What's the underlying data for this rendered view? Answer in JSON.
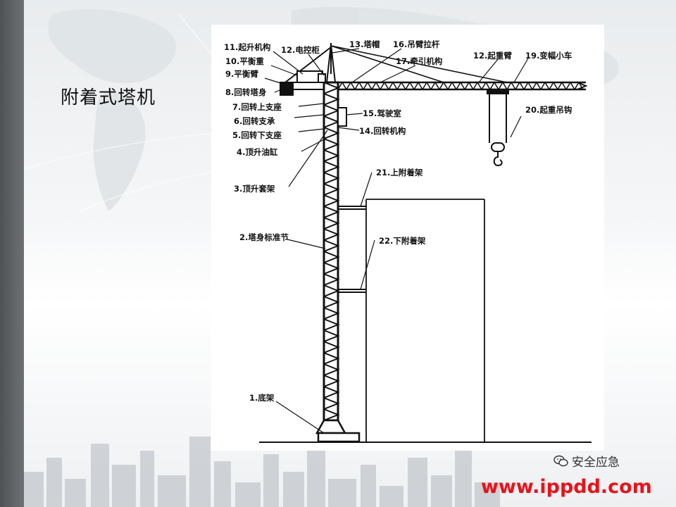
{
  "slide": {
    "title": "附着式塔机"
  },
  "diagram": {
    "labels": [
      {
        "id": "l11",
        "text": "11.起升机构"
      },
      {
        "id": "l12a",
        "text": "12.电控柜"
      },
      {
        "id": "l13",
        "text": "13.塔帽"
      },
      {
        "id": "l16",
        "text": "16.吊臂拉杆"
      },
      {
        "id": "l10",
        "text": "10.平衡重"
      },
      {
        "id": "l17",
        "text": "17.牵引机构"
      },
      {
        "id": "l12b",
        "text": "12.起重臂"
      },
      {
        "id": "l19",
        "text": "19.变幅小车"
      },
      {
        "id": "l9",
        "text": "9.平衡臂"
      },
      {
        "id": "l8",
        "text": "8.回转塔身"
      },
      {
        "id": "l7",
        "text": "7.回转上支座"
      },
      {
        "id": "l6",
        "text": "6.回转支承"
      },
      {
        "id": "l5",
        "text": "5.回转下支座"
      },
      {
        "id": "l4",
        "text": "4.顶升油缸"
      },
      {
        "id": "l15",
        "text": "15.驾驶室"
      },
      {
        "id": "l14",
        "text": "14.回转机构"
      },
      {
        "id": "l20",
        "text": "20.起重吊钩"
      },
      {
        "id": "l21",
        "text": "21.上附着架"
      },
      {
        "id": "l3",
        "text": "3.顶升套架"
      },
      {
        "id": "l2",
        "text": "2.塔身标准节"
      },
      {
        "id": "l22",
        "text": "22.下附着架"
      },
      {
        "id": "l1",
        "text": "1.底架"
      }
    ]
  },
  "watermark": {
    "badge_text": "安全应急",
    "badge_icon": "wechat-icon",
    "url": "www.ippdd.com",
    "url_color": "#e8131b"
  }
}
